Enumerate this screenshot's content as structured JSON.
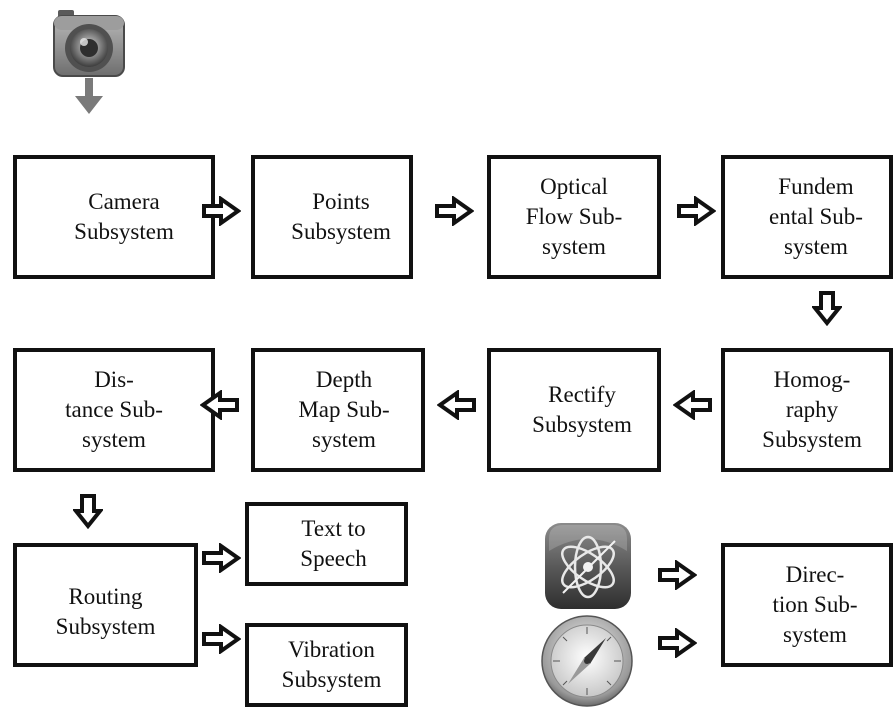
{
  "boxes": {
    "camera": "Camera\nSubsystem",
    "points": "Points\nSubsystem",
    "optical_flow": "Optical\nFlow Sub-\nsystem",
    "fundamental": "Fundem\nental Sub-\nsystem",
    "homography": "Homog-\nraphy\nSubsystem",
    "rectify": "Rectify\nSubsystem",
    "depth_map": "Depth\nMap Sub-\nsystem",
    "distance": "Dis-\ntance Sub-\nsystem",
    "routing": "Routing\nSubsystem",
    "text_to_speech": "Text to\nSpeech",
    "vibration": "Vibration\nSubsystem",
    "direction": "Direc-\ntion Sub-\nsystem"
  },
  "icons": {
    "camera": "camera-icon",
    "gyroscope": "gyroscope-icon",
    "compass": "compass-icon"
  }
}
